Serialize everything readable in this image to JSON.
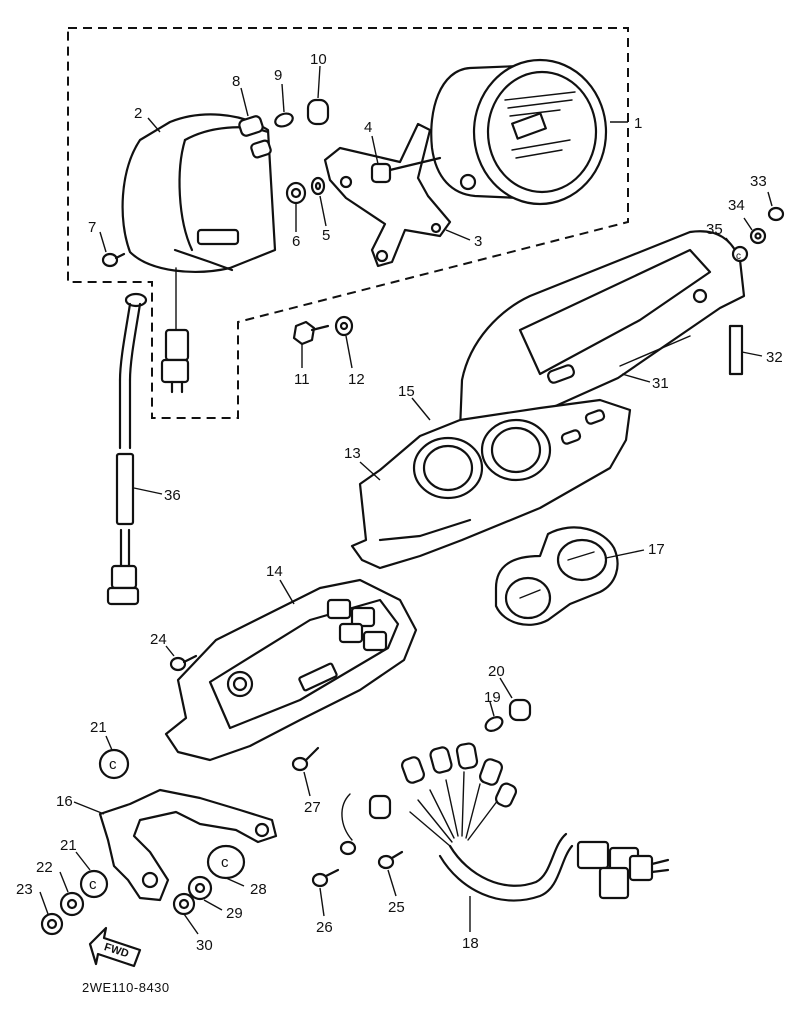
{
  "diagram": {
    "drawing_code": "2WE110-8430",
    "direction_label": "FWD",
    "part_numbers": [
      "1",
      "2",
      "3",
      "4",
      "5",
      "6",
      "7",
      "8",
      "9",
      "10",
      "11",
      "12",
      "13",
      "14",
      "15",
      "16",
      "17",
      "18",
      "19",
      "20",
      "21",
      "21",
      "22",
      "23",
      "24",
      "25",
      "26",
      "27",
      "28",
      "29",
      "30",
      "31",
      "32",
      "33",
      "34",
      "35",
      "36"
    ]
  }
}
